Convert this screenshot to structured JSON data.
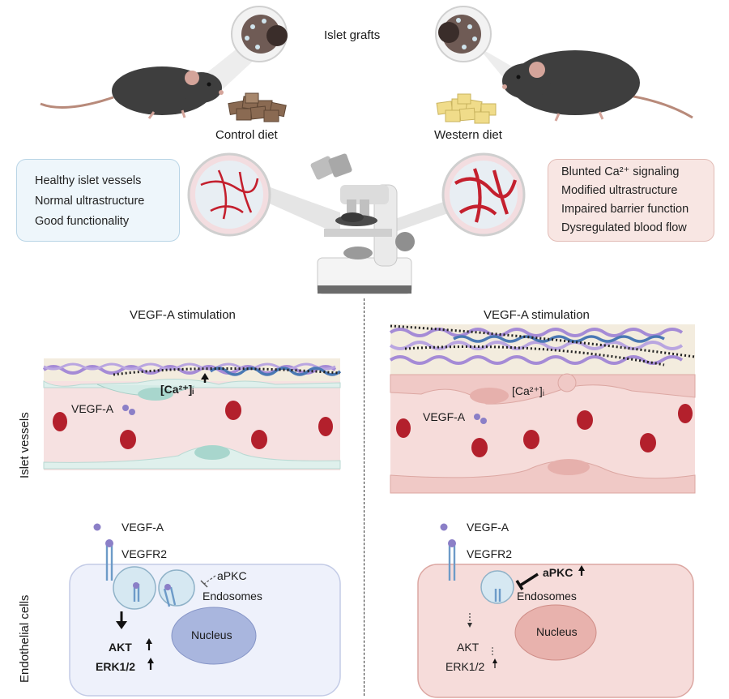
{
  "header": {
    "islet_grafts": "Islet grafts"
  },
  "diets": {
    "control": "Control diet",
    "western": "Western diet"
  },
  "control_box": {
    "items": [
      "Healthy islet vessels",
      "Normal ultrastructure",
      "Good functionality"
    ]
  },
  "western_box": {
    "items": [
      "Blunted Ca²⁺ signaling",
      "Modified ultrastructure",
      "Impaired barrier function",
      "Dysregulated blood flow"
    ]
  },
  "sections": {
    "stim_left": "VEGF-A stimulation",
    "stim_right": "VEGF-A stimulation",
    "row_vessels": "Islet vessels",
    "row_cells": "Endothelial cells"
  },
  "vessel_labels": {
    "vegfa_left": "VEGF-A",
    "vegfa_right": "VEGF-A",
    "ca_left": "[Ca²⁺]ᵢ",
    "ca_right": "[Ca²⁺]ᵢ"
  },
  "cell_left": {
    "vegfa": "VEGF-A",
    "vegfr2": "VEGFR2",
    "apkc": "aPKC",
    "endosomes": "Endosomes",
    "nucleus": "Nucleus",
    "akt": "AKT",
    "erk": "ERK1/2"
  },
  "cell_right": {
    "vegfa": "VEGF-A",
    "vegfr2": "VEGFR2",
    "apkc": "aPKC",
    "endosomes": "Endosomes",
    "nucleus": "Nucleus",
    "akt": "AKT",
    "erk": "ERK1/2"
  },
  "colors": {
    "control_box_bg": "#eef6fb",
    "western_box_bg": "#f8e6e3",
    "vessel_red": "#c4202e",
    "vegf_purple": "#8b7fc7",
    "cell_blue_bg": "#eef1fb",
    "cell_pink_bg": "#f6dcda"
  }
}
